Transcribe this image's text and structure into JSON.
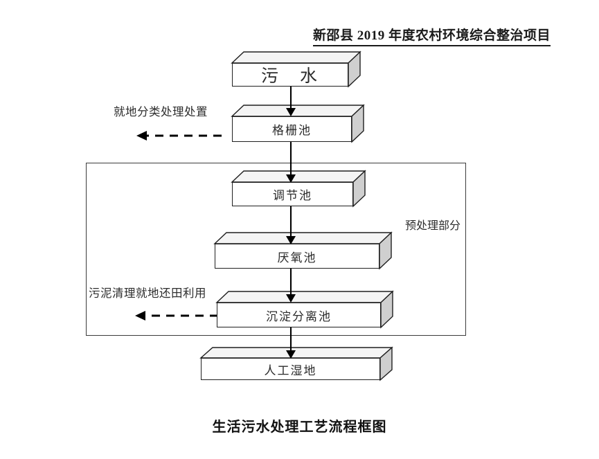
{
  "document": {
    "title": "新邵县 2019 年度农村环境综合整治项目",
    "caption": "生活污水处理工艺流程框图"
  },
  "group": {
    "label": "预处理部分"
  },
  "nodes": [
    {
      "id": "sewage",
      "label": "污　水",
      "font_size": "25px"
    },
    {
      "id": "grille",
      "label": "格栅池",
      "font_size": "17px"
    },
    {
      "id": "regulating",
      "label": "调节池",
      "font_size": "17px"
    },
    {
      "id": "anaerobic",
      "label": "厌氧池",
      "font_size": "17px"
    },
    {
      "id": "settling",
      "label": "沉淀分离池",
      "font_size": "17px"
    },
    {
      "id": "wetland",
      "label": "人工湿地",
      "font_size": "17px"
    }
  ],
  "side_labels": [
    {
      "id": "onsite-sorting",
      "text": "就地分类处理处置"
    },
    {
      "id": "sludge-reuse",
      "text": "污泥清理就地还田利用"
    }
  ],
  "colors": {
    "box_front": "#ffffff",
    "box_top": "#f4f4f4",
    "box_right": "#cfcfcf",
    "outline": "#1f1f1f",
    "text": "#2b2b2b",
    "title": "#1a1a1a"
  }
}
